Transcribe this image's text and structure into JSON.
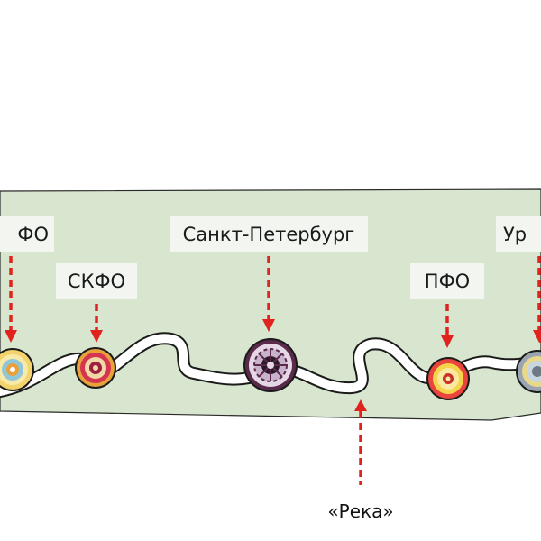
{
  "labels": {
    "kfo": "ФО",
    "skfo": "СКФО",
    "spb": "Санкт-Петербург",
    "pfo": "ПФО",
    "urfo": "Ур"
  },
  "river": {
    "label": "«Река»"
  },
  "colors": {
    "land": "#d9e6cf",
    "river": "#ffffff",
    "river_outline": "#1a1a1a",
    "arrow": "#e0231f",
    "label_bg": "#f3f6f0",
    "text": "#1a1a1a"
  },
  "medallions": [
    {
      "id": "kfo",
      "icon": "ornament-medallion-icon",
      "palette": [
        "#f3d36b",
        "#f7e9a8",
        "#8fc7d8",
        "#e9a13b"
      ]
    },
    {
      "id": "skfo",
      "icon": "ornament-medallion-icon",
      "palette": [
        "#e8a23a",
        "#d63552",
        "#f1d9a6",
        "#9c2140"
      ]
    },
    {
      "id": "spb",
      "icon": "ornament-medallion-icon",
      "palette": [
        "#5a2a4a",
        "#e5d7e6",
        "#c9b2cc",
        "#2b1a2a"
      ]
    },
    {
      "id": "pfo",
      "icon": "ornament-medallion-icon",
      "palette": [
        "#e9453c",
        "#f5d44b",
        "#fae9a0",
        "#c7312a"
      ]
    },
    {
      "id": "urfo",
      "icon": "ornament-medallion-icon",
      "palette": [
        "#9aa5b0",
        "#e8d98a",
        "#c9d6df",
        "#6c7a86"
      ]
    }
  ]
}
